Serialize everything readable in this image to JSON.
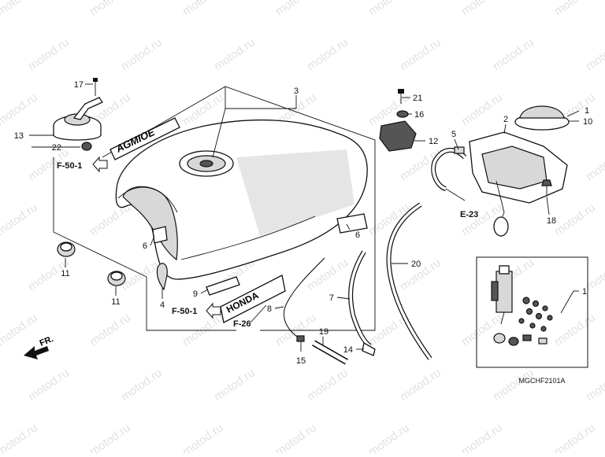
{
  "watermark": "motod.ru",
  "diagram_code": "MGCHF2101A",
  "front_label": "FR.",
  "refs": {
    "f50_top": "F-50-1",
    "f50_bottom": "F-50-1",
    "e23": "E-23",
    "f26": "F-26"
  },
  "tank_logo_text": "HONDA",
  "tank_model_text": "AGMIOE",
  "callouts": {
    "c1": "1",
    "c1b": "1",
    "c2": "2",
    "c3": "3",
    "c4": "4",
    "c5": "5",
    "c6a": "6",
    "c6b": "6",
    "c7": "7",
    "c8": "8",
    "c9": "9",
    "c10": "10",
    "c11a": "11",
    "c11b": "11",
    "c12": "12",
    "c13": "13",
    "c14": "14",
    "c15": "15",
    "c16": "16",
    "c17": "17",
    "c18": "18",
    "c19": "19",
    "c20": "20",
    "c21": "21",
    "c22": "22"
  }
}
